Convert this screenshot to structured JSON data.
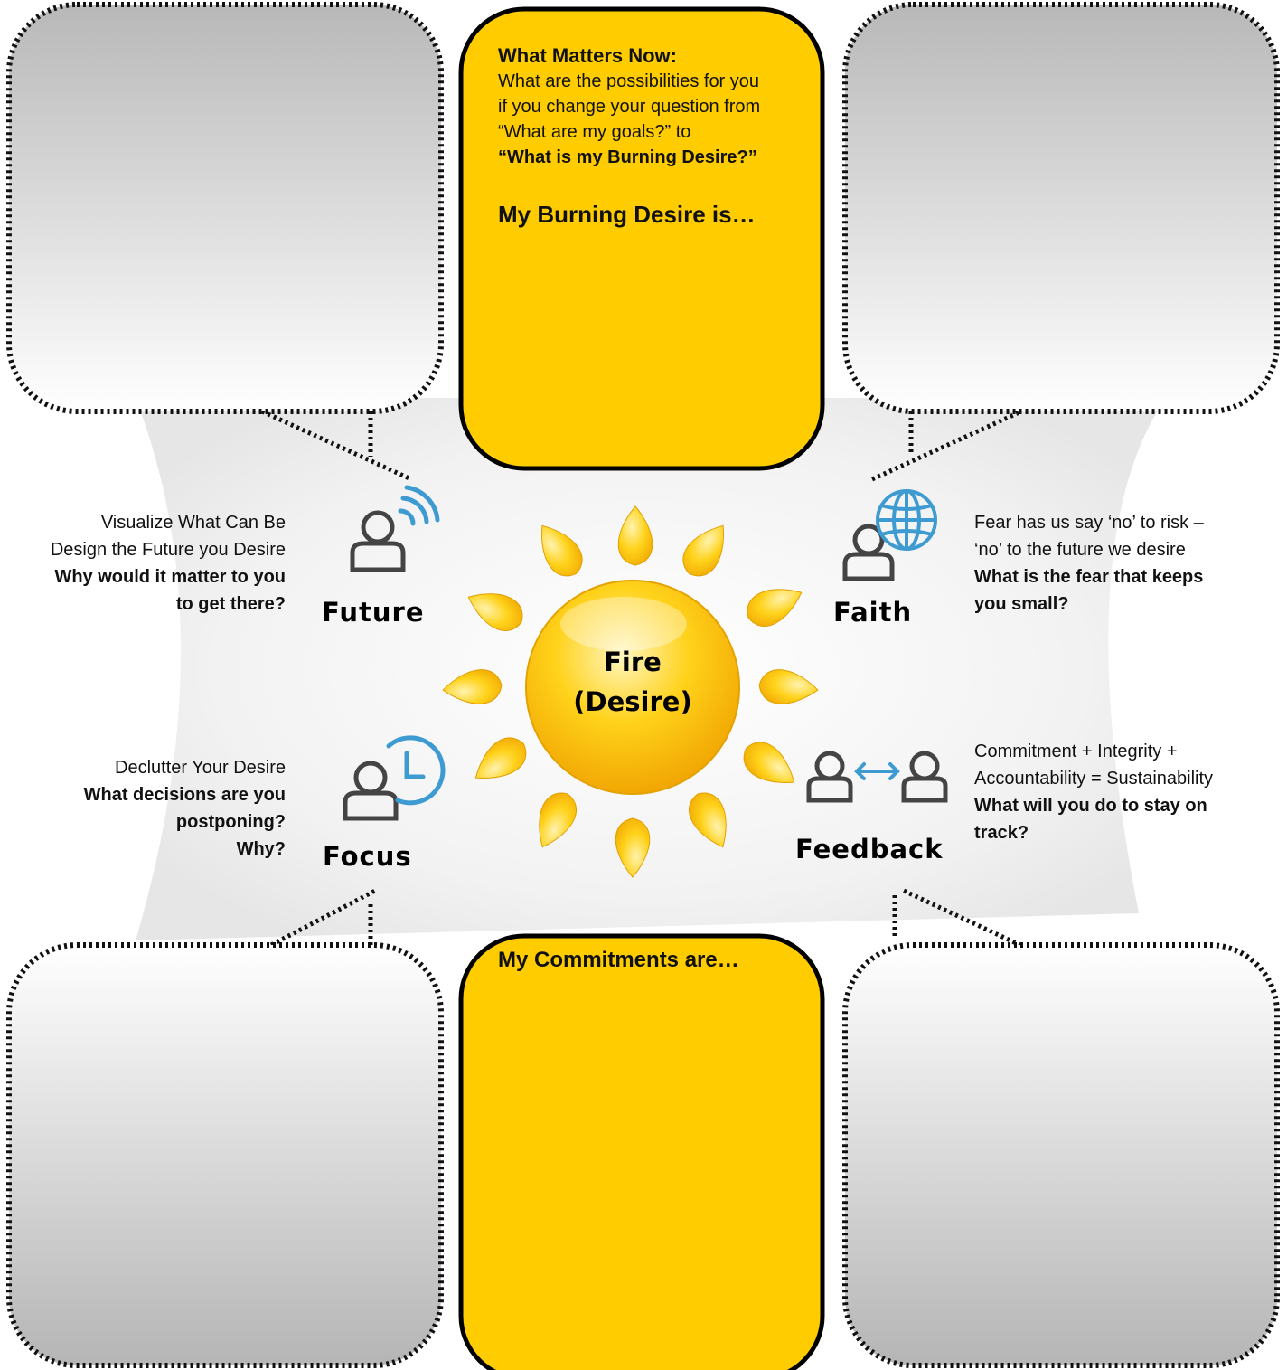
{
  "center": {
    "title": "Fire",
    "subtitle": "(Desire)"
  },
  "top_box": {
    "heading": "What Matters Now:",
    "line1": "What are the possibilities for you",
    "line2": "if you change your question from",
    "line3": "“What are my goals?” to",
    "line4": "“What is my Burning Desire?”",
    "prompt": "My Burning Desire is…"
  },
  "bottom_box": {
    "prompt": "My Commitments are…"
  },
  "future": {
    "label": "Future",
    "icon": "person-signal-icon",
    "line1": "Visualize What Can Be",
    "line2": "Design the Future you Desire",
    "line3": "Why would it matter to you",
    "line4": "to get there?"
  },
  "faith": {
    "label": "Faith",
    "icon": "person-globe-icon",
    "line1": "Fear has us say ‘no’ to risk –",
    "line2": "‘no’ to the future we desire",
    "line3": "What is the fear that keeps",
    "line4": "you small?"
  },
  "focus": {
    "label": "Focus",
    "icon": "person-clock-icon",
    "line1": "Declutter Your Desire",
    "line2": "What decisions are you",
    "line3": "postponing?",
    "line4": "Why?"
  },
  "feedback": {
    "label": "Feedback",
    "icon": "people-exchange-icon",
    "line1": "Commitment + Integrity +",
    "line2": "Accountability = Sustainability",
    "line3": "What will you do to stay on",
    "line4": "track?"
  },
  "colors": {
    "accent": "#FFCC00",
    "bubble_fill_top": "#ffffff",
    "bubble_fill_bottom": "#b9b9b9",
    "sun": "#FFC400",
    "icon_blue": "#3E9BD2",
    "icon_gray": "#444444"
  }
}
